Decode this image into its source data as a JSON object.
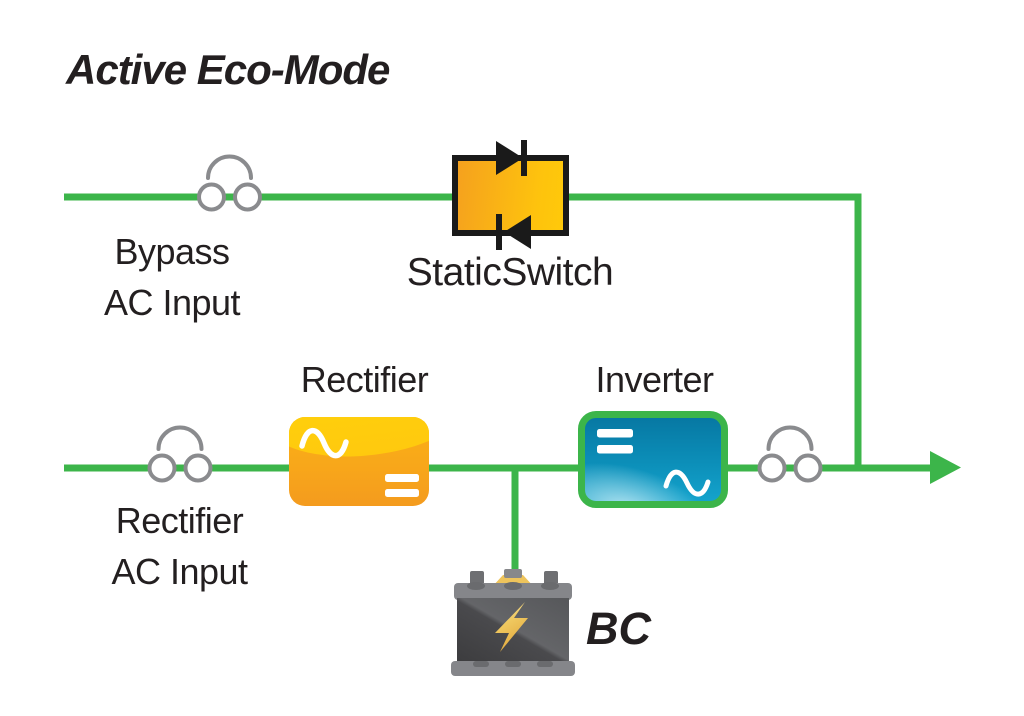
{
  "title": "Active Eco-Mode",
  "diagram": {
    "bypass_input": {
      "line1": "Bypass",
      "line2": "AC Input"
    },
    "static_switch": {
      "label": "StaticSwitch"
    },
    "rectifier": {
      "label": "Rectifier"
    },
    "inverter": {
      "label": "Inverter"
    },
    "rectifier_input": {
      "line1": "Rectifier",
      "line2": "AC Input"
    },
    "battery": {
      "label": "BC"
    }
  },
  "colors": {
    "wire_green": "#3CB54A",
    "switch_orange_dark": "#F5A11E",
    "switch_orange_light": "#FFC90A",
    "rectifier_orange_top": "#FFD40A",
    "rectifier_orange_bottom": "#F49B1E",
    "inverter_teal_top": "#0778A3",
    "inverter_teal_bottom": "#14A3CC",
    "inverter_border_green": "#3CB54A",
    "diode_black": "#1A1A1A",
    "breaker_gray": "#8A8B8E",
    "battery_body_gray": "#48484B",
    "battery_rim_gray": "#85868A",
    "battery_bolt_gold": "#E7B14A",
    "battery_cap_yellow": "#EEC45C",
    "text": "#231F20"
  }
}
